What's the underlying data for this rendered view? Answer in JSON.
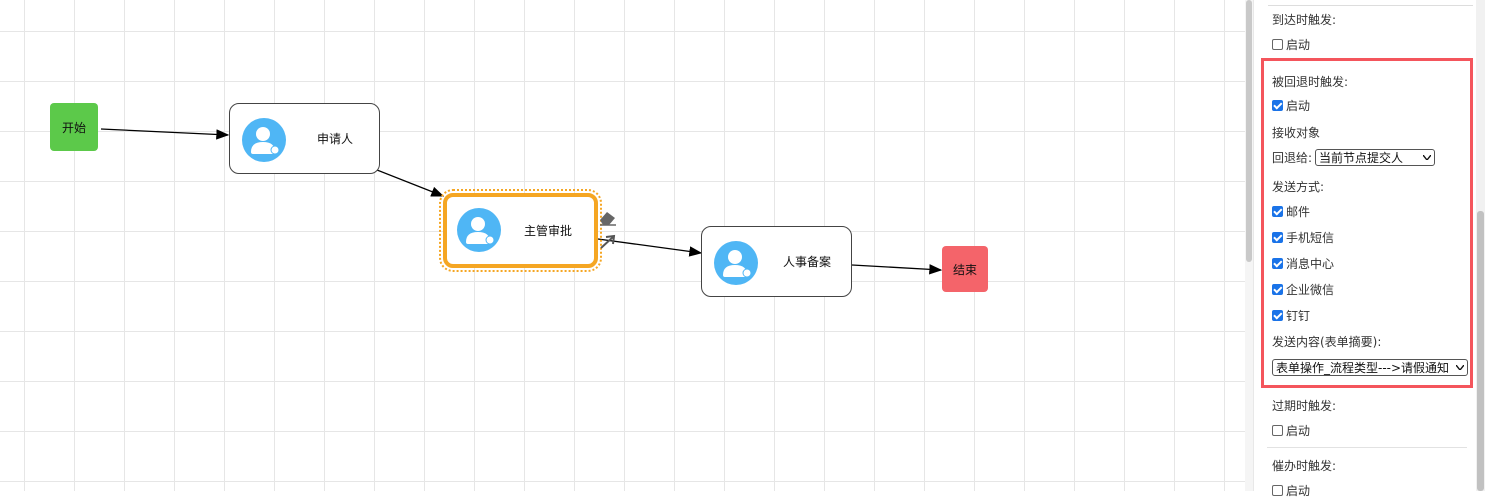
{
  "flow": {
    "start_label": "开始",
    "end_label": "结束",
    "nodes": {
      "applicant": "申请人",
      "manager": "主管审批",
      "hr": "人事备案"
    }
  },
  "panel": {
    "arrive_trigger": {
      "label": "到达时触发:",
      "enable": "启动",
      "checked": false
    },
    "rollback_trigger": {
      "label": "被回退时触发:",
      "enable": "启动",
      "checked": true,
      "receiver_heading": "接收对象",
      "rollback_to_label": "回退给:",
      "rollback_to_value": "当前节点提交人",
      "send_method_heading": "发送方式:",
      "methods": [
        {
          "label": "邮件",
          "checked": true
        },
        {
          "label": "手机短信",
          "checked": true
        },
        {
          "label": "消息中心",
          "checked": true
        },
        {
          "label": "企业微信",
          "checked": true
        },
        {
          "label": "钉钉",
          "checked": true
        }
      ],
      "content_heading": "发送内容(表单摘要):",
      "content_value": "表单操作_流程类型--->请假通知"
    },
    "expire_trigger": {
      "label": "过期时触发:",
      "enable": "启动",
      "checked": false
    },
    "urge_trigger": {
      "label": "催办时触发:",
      "enable": "启动",
      "checked": false
    }
  },
  "colors": {
    "start": "#5cc94a",
    "end": "#f4646a",
    "selected": "#f5a623",
    "highlight": "#f4555c",
    "avatar": "#4fb6f5",
    "checkbox": "#1a73e8"
  }
}
